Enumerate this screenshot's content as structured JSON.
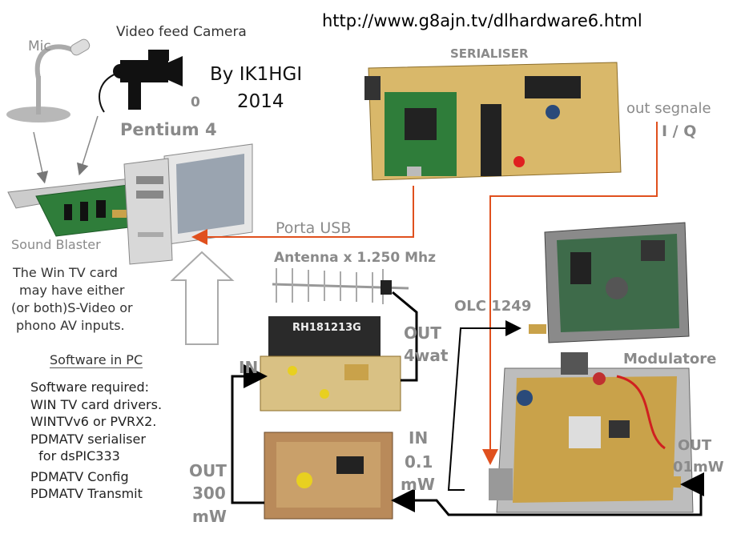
{
  "header": {
    "url": "http://www.g8ajn.tv/dlhardware6.html",
    "author": "By IK1HGI",
    "year": "2014",
    "zero": "0"
  },
  "labels": {
    "mic": "Mic",
    "camera": "Video feed Camera",
    "pentium": "Pentium 4",
    "serialiser": "SERIALISER",
    "out_segnale": "out segnale",
    "iq": "I / Q",
    "porta_usb": "Porta USB",
    "sound_blaster": "Sound Blaster",
    "antenna": "Antenna x 1.250 Mhz",
    "olc": "OLC 1249",
    "modulatore": "Modulatore",
    "out_4wat_1": "OUT",
    "out_4wat_2": "4wat",
    "in_amp": "IN",
    "in_01_1": "IN",
    "in_01_2": "0.1",
    "in_01_3": "mW",
    "out_300_1": "OUT",
    "out_300_2": "300",
    "out_300_3": "mW",
    "out_01mw_1": "OUT",
    "out_01mw_2": "01mW",
    "amp_chip": "RH181213G"
  },
  "wintv_note": [
    "The Win TV  card",
    "may have either",
    "(or both)S-Video or",
    "phono AV  inputs."
  ],
  "software_title": "Software in PC",
  "software_lines": [
    "Software required:",
    "WIN TV card drivers.",
    "WINTVv6 or PVRX2.",
    "PDMATV serialiser",
    "  for dsPIC333",
    "PDMATV Config",
    "PDMATV Transmit"
  ],
  "colors": {
    "orange_arrow": "#e0501e",
    "black_line": "#000000",
    "pcb_green": "#2f7d3a",
    "pcb_gold": "#c9a24a",
    "label_grey": "#8a8a8a"
  }
}
